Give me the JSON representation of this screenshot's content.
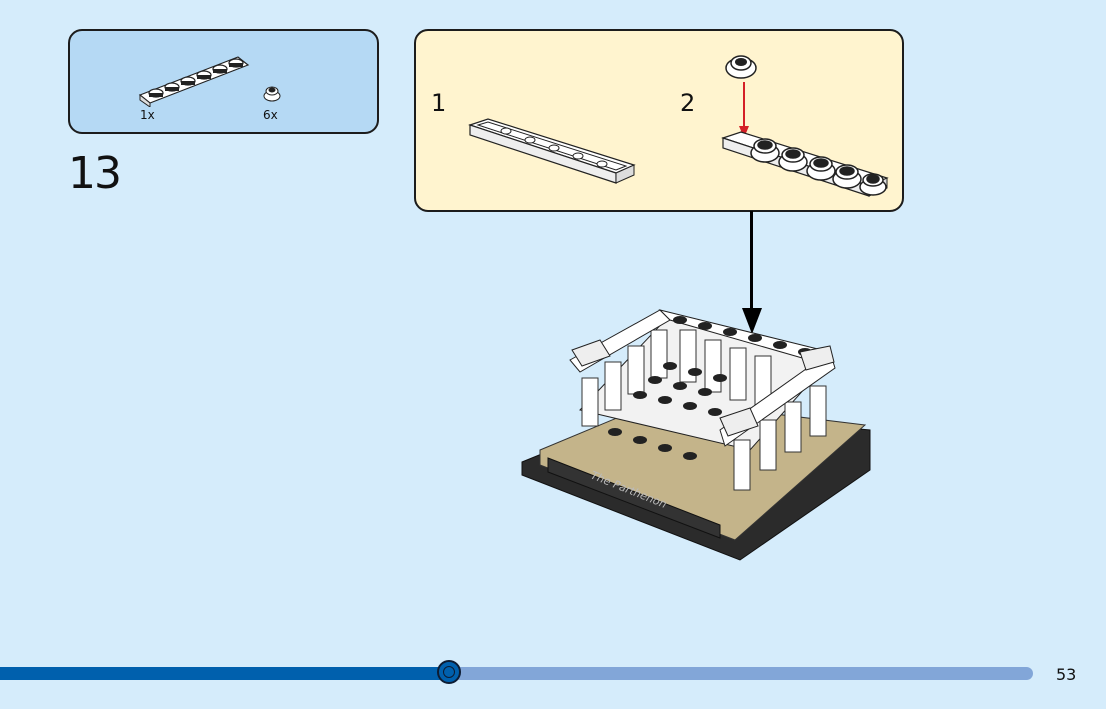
{
  "step": {
    "number": "13"
  },
  "parts_list": {
    "items": [
      {
        "name": "1x6 white plate",
        "qty": "1x"
      },
      {
        "name": "white round 1x1 brick",
        "qty": "6x"
      }
    ]
  },
  "substeps": [
    {
      "number": "1"
    },
    {
      "number": "2"
    }
  ],
  "model": {
    "label": "The Parthenon"
  },
  "progress": {
    "fraction": 0.435
  },
  "page": {
    "number": "53"
  },
  "colors": {
    "background": "#d5ecfb",
    "parts_box": "#b5d9f4",
    "substep_box": "#fff4cf",
    "progress_fill": "#0060ad",
    "progress_track": "#82a6d8",
    "insert_arrow": "#d42027"
  }
}
